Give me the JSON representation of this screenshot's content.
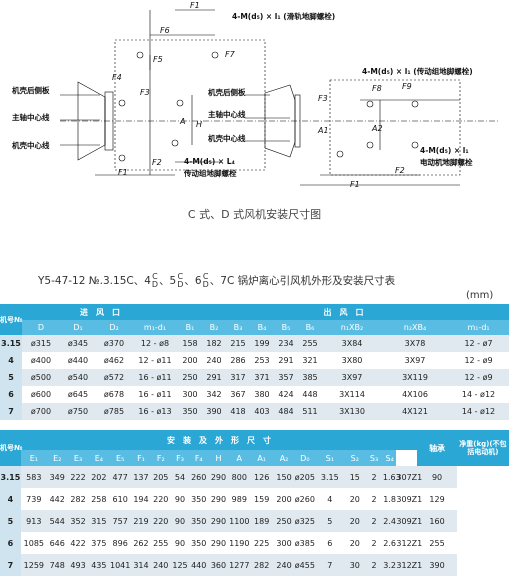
{
  "diagram": {
    "dims": [
      "F1",
      "F6",
      "F5",
      "F7",
      "F4",
      "F3",
      "H",
      "A",
      "F1",
      "F2",
      "F8",
      "F9",
      "F3",
      "F2",
      "F1",
      "A1",
      "A2"
    ],
    "callouts": {
      "top_bolt": "4-M(d₅) × l₁ (滑轨地脚螺栓)",
      "right_top_bolt": "4-M(d₅) × l₁ (传动组地脚螺栓)",
      "left_motor_plate": "机壳后侧板",
      "left_main_axis": "主轴中心线",
      "left_casing_axis": "机壳中心线",
      "left_bottom_bolt": "4-M(d₅) × L₄",
      "left_bottom_bolt_note": "传动组地脚螺栓",
      "right_motor_plate": "机壳后侧板",
      "right_main_axis": "主轴中心线",
      "right_casing_axis": "机壳中心线",
      "right_bottom_bolt": "4-M(d₅) × l₁",
      "right_bottom_bolt_note": "电动机地脚螺栓"
    }
  },
  "caption": "C 式、D 式风机安装尺寸图",
  "table_title": {
    "prefix": "Y5-47-12 №.3.15C、4",
    "mid1": "、5",
    "mid2": "、6",
    "suffix": "、7C 锅炉离心引风机外形及安装尺寸表",
    "frac_top": "C",
    "frac_bottom": "D"
  },
  "unit": "(mm)",
  "table1": {
    "corner": "机号№",
    "group_in": "进　风　口",
    "group_out": "出　风　口",
    "subheaders": [
      "D",
      "D₁",
      "D₂",
      "m₁-d₁",
      "B₁",
      "B₂",
      "B₃",
      "B₄",
      "B₅",
      "B₆",
      "n₁XB₂",
      "n₂XB₄",
      "m₁-d₁"
    ],
    "rows": [
      [
        "3.15",
        "ø315",
        "ø345",
        "ø370",
        "12 - ø8",
        "158",
        "182",
        "215",
        "199",
        "234",
        "255",
        "3X84",
        "3X78",
        "12 - ø7"
      ],
      [
        "4",
        "ø400",
        "ø440",
        "ø462",
        "12 - ø11",
        "200",
        "240",
        "286",
        "253",
        "291",
        "321",
        "3X80",
        "3X97",
        "12 - ø9"
      ],
      [
        "5",
        "ø500",
        "ø540",
        "ø572",
        "16 - ø11",
        "250",
        "291",
        "317",
        "371",
        "357",
        "385",
        "3X97",
        "3X119",
        "12 - ø9"
      ],
      [
        "6",
        "ø600",
        "ø645",
        "ø678",
        "16 - ø11",
        "300",
        "342",
        "367",
        "380",
        "424",
        "448",
        "3X114",
        "4X106",
        "14 - ø12"
      ],
      [
        "7",
        "ø700",
        "ø750",
        "ø785",
        "16 - ø13",
        "350",
        "390",
        "418",
        "403",
        "484",
        "511",
        "3X130",
        "4X121",
        "14 - ø12"
      ]
    ]
  },
  "table2": {
    "corner": "机号№",
    "group": "安　装　及　外　形　尺　寸",
    "bearing_label": "轴承",
    "weight_label": "净重(kg)(不包括电动机)",
    "subheaders": [
      "E₁",
      "E₂",
      "E₃",
      "E₄",
      "E₅",
      "F₁",
      "F₂",
      "F₃",
      "F₄",
      "H",
      "A",
      "A₁",
      "A₂",
      "D₀",
      "S₁",
      "S₂",
      "S₃",
      "S₄"
    ],
    "rows": [
      [
        "3.15",
        "583",
        "349",
        "222",
        "202",
        "477",
        "137",
        "205",
        "54",
        "260",
        "290",
        "800",
        "126",
        "150",
        "ø205",
        "3.15",
        "15",
        "2",
        "1.63",
        "307Z1",
        "90"
      ],
      [
        "4",
        "739",
        "442",
        "282",
        "258",
        "610",
        "194",
        "220",
        "90",
        "350",
        "290",
        "989",
        "159",
        "200",
        "ø260",
        "4",
        "20",
        "2",
        "1.8",
        "309Z1",
        "129"
      ],
      [
        "5",
        "913",
        "544",
        "352",
        "315",
        "757",
        "219",
        "220",
        "90",
        "350",
        "290",
        "1100",
        "189",
        "250",
        "ø325",
        "5",
        "20",
        "2",
        "2.4",
        "309Z1",
        "160"
      ],
      [
        "6",
        "1085",
        "646",
        "422",
        "375",
        "896",
        "262",
        "255",
        "90",
        "350",
        "290",
        "1190",
        "225",
        "300",
        "ø385",
        "6",
        "20",
        "2",
        "2.6",
        "312Z1",
        "255"
      ],
      [
        "7",
        "1259",
        "748",
        "493",
        "435",
        "1041",
        "314",
        "240",
        "125",
        "440",
        "360",
        "1277",
        "282",
        "240",
        "ø455",
        "7",
        "30",
        "2",
        "3.2",
        "312Z1",
        "390"
      ]
    ]
  }
}
